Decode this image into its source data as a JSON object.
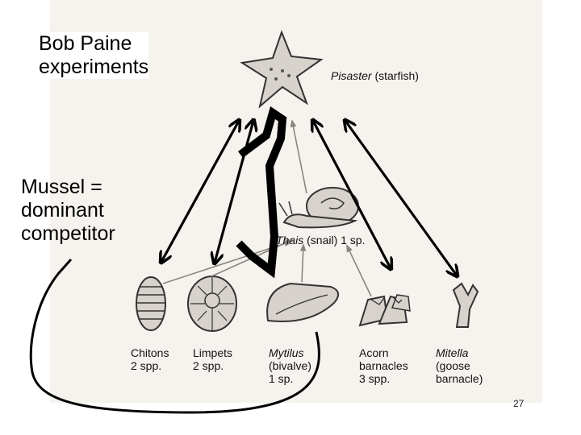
{
  "slide": {
    "title": "Bob Paine\nexperiments",
    "subtitle": "Mussel =\ndominant\ncompetitor",
    "page_number": "27"
  },
  "diagram": {
    "top_predator": {
      "name": "Pisaster",
      "common": "(starfish)"
    },
    "mid_predator": {
      "name": "Thais",
      "rest": "(snail) 1 sp."
    },
    "prey": [
      {
        "name": "Chitons",
        "detail": "2 spp."
      },
      {
        "name": "Limpets",
        "detail": "2 spp."
      },
      {
        "name": "Mytilus",
        "detail": "(bivalve)\n1 sp."
      },
      {
        "name": "Acorn",
        "detail": "barnacles\n3 spp."
      },
      {
        "name": "Mitella",
        "detail": "(goose\nbarnacle)"
      }
    ]
  },
  "colors": {
    "arrow": "#000000",
    "organism_fill": "#d8d2cc",
    "organism_stroke": "#333333"
  }
}
